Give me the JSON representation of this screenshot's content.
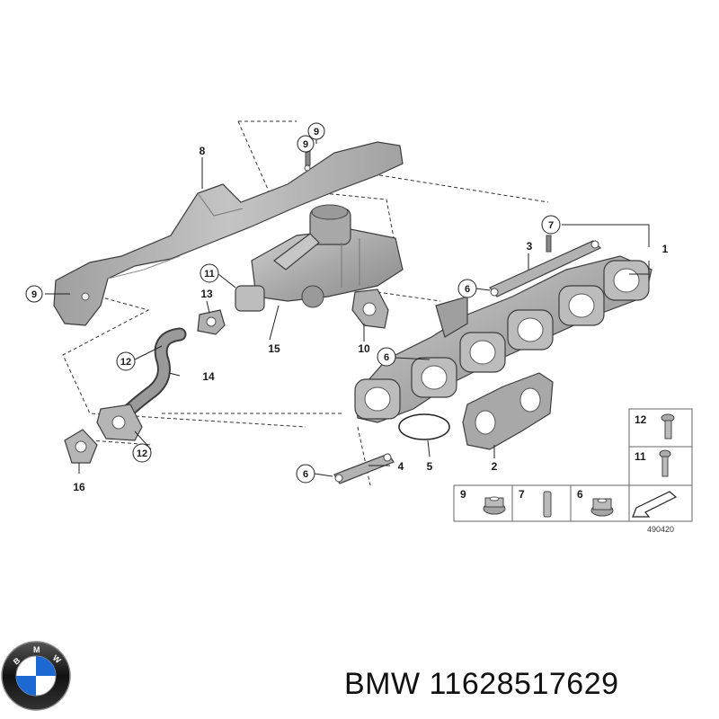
{
  "diagram": {
    "callouts": [
      {
        "id": "c1",
        "label": "1"
      },
      {
        "id": "c2",
        "label": "2"
      },
      {
        "id": "c3",
        "label": "3"
      },
      {
        "id": "c4",
        "label": "4"
      },
      {
        "id": "c5",
        "label": "5"
      },
      {
        "id": "c6a",
        "label": "6"
      },
      {
        "id": "c6b",
        "label": "6"
      },
      {
        "id": "c6c",
        "label": "6"
      },
      {
        "id": "c7",
        "label": "7"
      },
      {
        "id": "c8",
        "label": "8"
      },
      {
        "id": "c9a",
        "label": "9"
      },
      {
        "id": "c9b",
        "label": "9"
      },
      {
        "id": "c9c",
        "label": "9"
      },
      {
        "id": "c10",
        "label": "10"
      },
      {
        "id": "c11",
        "label": "11"
      },
      {
        "id": "c12a",
        "label": "12"
      },
      {
        "id": "c12b",
        "label": "12"
      },
      {
        "id": "c13",
        "label": "13"
      },
      {
        "id": "c14",
        "label": "14"
      },
      {
        "id": "c15",
        "label": "15"
      },
      {
        "id": "c16",
        "label": "16"
      }
    ],
    "legend": {
      "items": [
        {
          "id": "l12",
          "label": "12"
        },
        {
          "id": "l11",
          "label": "11"
        },
        {
          "id": "l9",
          "label": "9"
        },
        {
          "id": "l7",
          "label": "7"
        },
        {
          "id": "l6",
          "label": "6"
        }
      ],
      "diagram_id": "490420"
    }
  },
  "footer": {
    "brand_logo_text": "BMW",
    "caption": "BMW 11628517629"
  },
  "colors": {
    "part_fill": "#b9b9b9",
    "part_dark": "#8d8d8d",
    "line": "#222222",
    "logo_blue": "#1c69d4",
    "logo_ring": "#111111"
  }
}
